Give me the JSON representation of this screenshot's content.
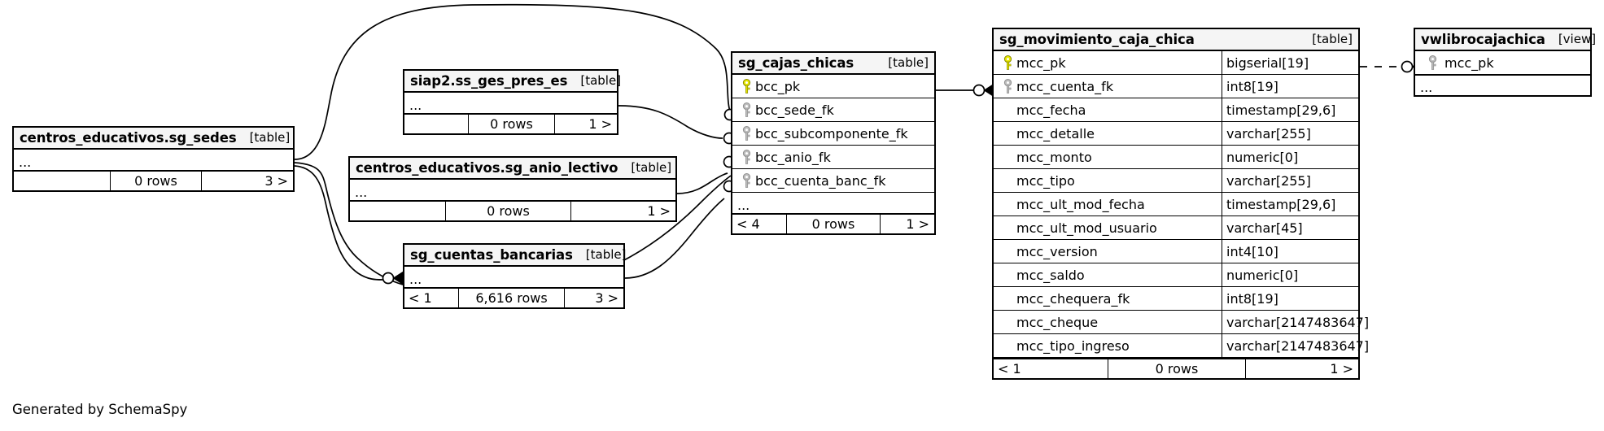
{
  "caption": "Generated by SchemaSpy",
  "labels": {
    "type_table": "[table]",
    "type_view": "[view]",
    "ellipsis": "..."
  },
  "colors": {
    "primary_key": "#e8e800",
    "foreign_key": "#b0b0b0",
    "title_bg": "#f5f5f5",
    "border": "#000000",
    "background": "#ffffff"
  },
  "tables": [
    {
      "id": "sg_sedes",
      "name": "centros_educativos.sg_sedes",
      "type": "[table]",
      "columns": [
        {
          "name": "...",
          "type": "",
          "key": "none",
          "placeholder": true
        }
      ],
      "footer": {
        "prev": "",
        "rows": "0 rows",
        "next": "3 >"
      }
    },
    {
      "id": "ss_ges_pres_es",
      "name": "siap2.ss_ges_pres_es",
      "type": "[table]",
      "columns": [
        {
          "name": "...",
          "type": "",
          "key": "none",
          "placeholder": true
        }
      ],
      "footer": {
        "prev": "",
        "rows": "0 rows",
        "next": "1 >"
      }
    },
    {
      "id": "sg_anio_lectivo",
      "name": "centros_educativos.sg_anio_lectivo",
      "type": "[table]",
      "columns": [
        {
          "name": "...",
          "type": "",
          "key": "none",
          "placeholder": true
        }
      ],
      "footer": {
        "prev": "",
        "rows": "0 rows",
        "next": "1 >"
      }
    },
    {
      "id": "sg_cuentas_bancarias",
      "name": "sg_cuentas_bancarias",
      "type": "[table]",
      "columns": [
        {
          "name": "...",
          "type": "",
          "key": "none",
          "placeholder": true
        }
      ],
      "footer": {
        "prev": "< 1",
        "rows": "6,616 rows",
        "next": "3 >"
      }
    },
    {
      "id": "sg_cajas_chicas",
      "name": "sg_cajas_chicas",
      "type": "[table]",
      "columns": [
        {
          "name": "bcc_pk",
          "type": "",
          "key": "primary"
        },
        {
          "name": "bcc_sede_fk",
          "type": "",
          "key": "foreign"
        },
        {
          "name": "bcc_subcomponente_fk",
          "type": "",
          "key": "foreign"
        },
        {
          "name": "bcc_anio_fk",
          "type": "",
          "key": "foreign"
        },
        {
          "name": "bcc_cuenta_banc_fk",
          "type": "",
          "key": "foreign"
        },
        {
          "name": "...",
          "type": "",
          "key": "none",
          "placeholder": true
        }
      ],
      "footer": {
        "prev": "< 4",
        "rows": "0 rows",
        "next": "1 >"
      }
    },
    {
      "id": "sg_movimiento_caja_chica",
      "name": "sg_movimiento_caja_chica",
      "type": "[table]",
      "columns": [
        {
          "name": "mcc_pk",
          "type": "bigserial[19]",
          "key": "primary"
        },
        {
          "name": "mcc_cuenta_fk",
          "type": "int8[19]",
          "key": "foreign"
        },
        {
          "name": "mcc_fecha",
          "type": "timestamp[29,6]",
          "key": "none"
        },
        {
          "name": "mcc_detalle",
          "type": "varchar[255]",
          "key": "none"
        },
        {
          "name": "mcc_monto",
          "type": "numeric[0]",
          "key": "none"
        },
        {
          "name": "mcc_tipo",
          "type": "varchar[255]",
          "key": "none"
        },
        {
          "name": "mcc_ult_mod_fecha",
          "type": "timestamp[29,6]",
          "key": "none"
        },
        {
          "name": "mcc_ult_mod_usuario",
          "type": "varchar[45]",
          "key": "none"
        },
        {
          "name": "mcc_version",
          "type": "int4[10]",
          "key": "none"
        },
        {
          "name": "mcc_saldo",
          "type": "numeric[0]",
          "key": "none"
        },
        {
          "name": "mcc_chequera_fk",
          "type": "int8[19]",
          "key": "none"
        },
        {
          "name": "mcc_cheque",
          "type": "varchar[2147483647]",
          "key": "none"
        },
        {
          "name": "mcc_tipo_ingreso",
          "type": "varchar[2147483647]",
          "key": "none"
        }
      ],
      "footer": {
        "prev": "< 1",
        "rows": "0 rows",
        "next": "1 >"
      }
    },
    {
      "id": "vwlibrocajachica",
      "name": "vwlibrocajachica",
      "type": "[view]",
      "columns": [
        {
          "name": "mcc_pk",
          "type": "",
          "key": "foreign"
        },
        {
          "name": "...",
          "type": "",
          "key": "none",
          "placeholder": true
        }
      ],
      "footer": null
    }
  ],
  "relationships": [
    {
      "from": "sg_sedes",
      "to": "sg_cajas_chicas",
      "to_column": "bcc_sede_fk",
      "style": "solid"
    },
    {
      "from": "sg_sedes",
      "to": "sg_cajas_chicas",
      "to_column": "bcc_anio_fk",
      "style": "solid"
    },
    {
      "from": "sg_sedes",
      "to": "sg_cuentas_bancarias",
      "to_column": "...",
      "style": "solid"
    },
    {
      "from": "ss_ges_pres_es",
      "to": "sg_cajas_chicas",
      "to_column": "bcc_subcomponente_fk",
      "style": "solid"
    },
    {
      "from": "sg_anio_lectivo",
      "to": "sg_cajas_chicas",
      "to_column": "bcc_anio_fk",
      "style": "solid"
    },
    {
      "from": "sg_cuentas_bancarias",
      "to": "sg_cajas_chicas",
      "to_column": "bcc_cuenta_banc_fk",
      "style": "solid"
    },
    {
      "from": "sg_cajas_chicas",
      "to": "sg_movimiento_caja_chica",
      "to_column": "mcc_cuenta_fk",
      "style": "solid"
    },
    {
      "from": "sg_movimiento_caja_chica",
      "to": "vwlibrocajachica",
      "to_column": "mcc_pk",
      "style": "dashed"
    }
  ]
}
